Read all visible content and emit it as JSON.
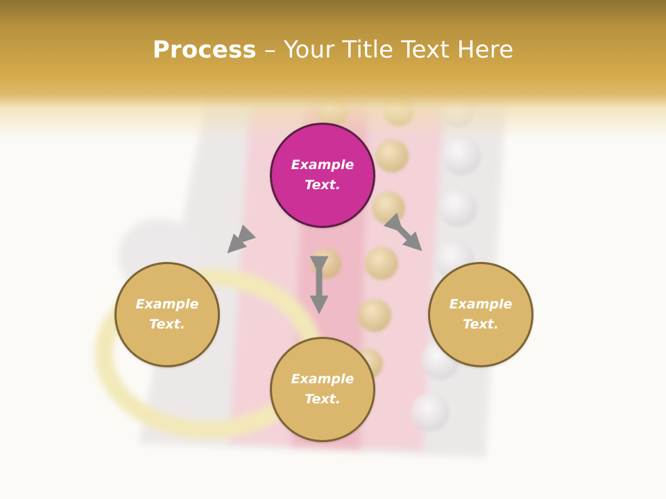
{
  "title": {
    "bold": "Process",
    "rest": " – Your Title Text Here"
  },
  "nodes": {
    "center": "Example\nText.",
    "left": "Example\nText.",
    "bottom": "Example\nText.",
    "right": "Example\nText."
  },
  "colors": {
    "header": "#d5ab4c",
    "node_fill": "#dbb76d",
    "node_border": "#7c6434",
    "center_fill": "#cb3196",
    "center_border": "#5a1f44",
    "arrow": "#8a8a8a"
  }
}
